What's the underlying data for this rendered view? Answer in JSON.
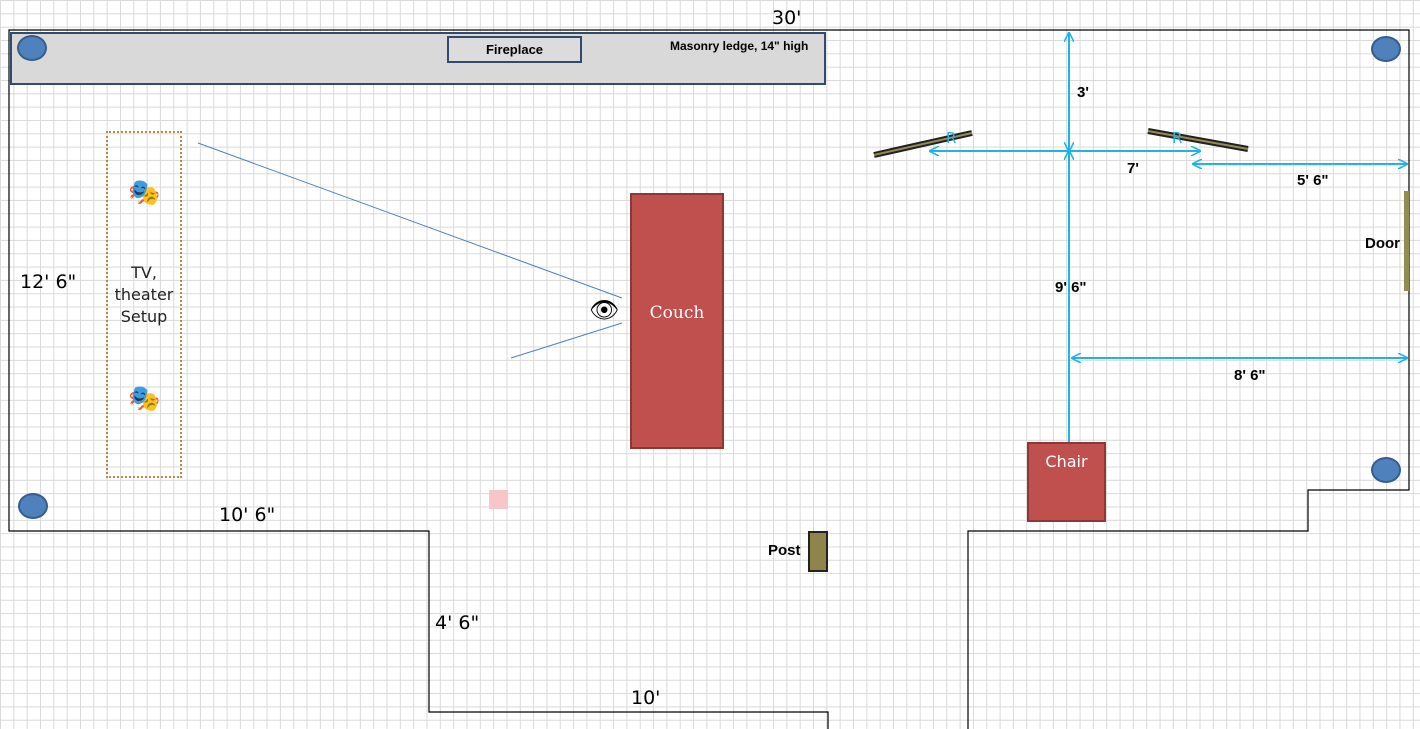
{
  "dimensions": {
    "top_width": "30'",
    "left_height": "12' 6\"",
    "bottom_left": "10' 6\"",
    "hall_depth": "4' 6\"",
    "hall_width": "10'",
    "ledge_to_speakers": "3'",
    "speaker_spacing": "7'",
    "speaker_to_wall": "5' 6\"",
    "speakers_to_chair": "9' 6\"",
    "chair_axis_to_wall": "8' 6\""
  },
  "labels": {
    "fireplace": "Fireplace",
    "masonry_ledge": "Masonry ledge, 14\" high",
    "tv_setup": "TV, theater Setup",
    "couch": "Couch",
    "chair": "Chair",
    "post": "Post",
    "door": "Door",
    "speaker_left": "R",
    "speaker_right": "R"
  },
  "icons": {
    "theater_masks": "theater-masks-icon",
    "eye": "eye-icon",
    "corner_marker": "blue-circle-icon"
  },
  "colors": {
    "walls": "#000000",
    "ledge_fill": "#d9d9d9",
    "ledge_border": "#2f4b6e",
    "furniture": "#c0504d",
    "dimension_arrows": "#1fb3e6",
    "corner_markers": "#4f81bd",
    "post": "#8f8449",
    "door": "#948a54",
    "tv_border": "#b8874a",
    "sightline": "#4f81bd"
  }
}
